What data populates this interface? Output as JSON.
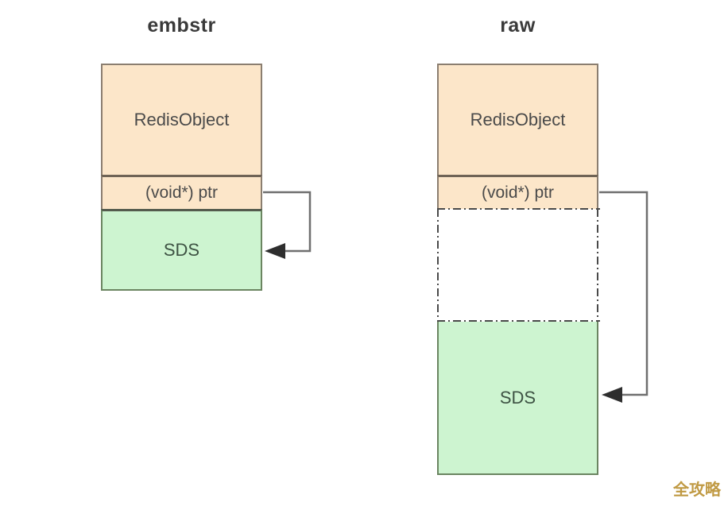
{
  "diagram": {
    "kind": "redis-string-encoding-comparison"
  },
  "columns": [
    {
      "id": "embstr",
      "title": "embstr",
      "cells": {
        "redis_object": "RedisObject",
        "ptr": "(void*) ptr",
        "sds": "SDS"
      }
    },
    {
      "id": "raw",
      "title": "raw",
      "cells": {
        "redis_object": "RedisObject",
        "ptr": "(void*) ptr",
        "sds": "SDS"
      }
    }
  ],
  "watermark": "全攻略",
  "colors": {
    "background": "#ffffff",
    "struct_fill": "#fce6c9",
    "struct_border": "#8b7e70",
    "struct_divider": "#6f6355",
    "sds_fill": "#cdf4d0",
    "sds_border": "#6b8561",
    "dashdot_border": "#4a4a4a",
    "arrow_line": "#6f6f6f",
    "arrow_head": "#2e2e2e",
    "title_text": "#3a3a3a",
    "cell_text": "#4a4a4a",
    "sds_text": "#3d5243",
    "watermark_text": "#c09a44"
  }
}
